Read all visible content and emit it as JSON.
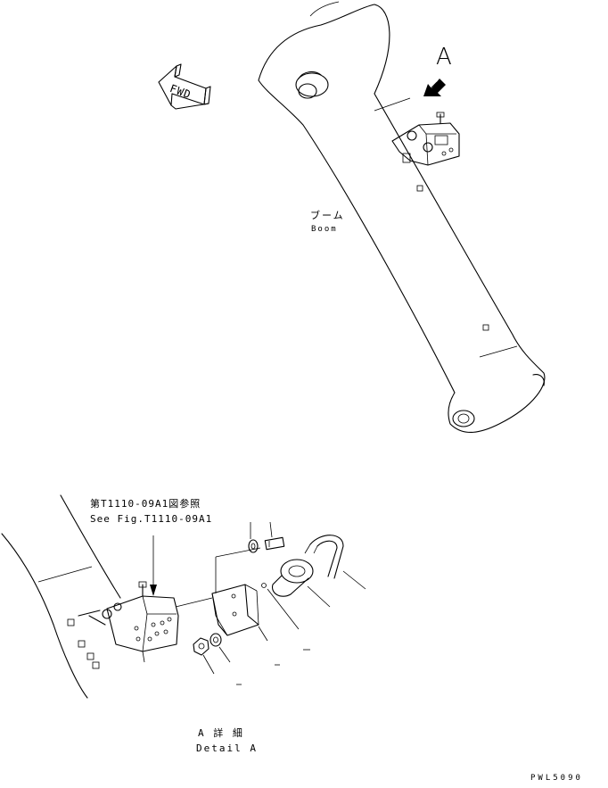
{
  "arrow_label": "FWD",
  "view_marker": "A",
  "boom": {
    "label_jp": "ブーム",
    "label_en": "Boom"
  },
  "reference": {
    "line_jp": "第T1110-09A1図参照",
    "line_en": "See Fig.T1110-09A1"
  },
  "detail": {
    "title_jp": "A 詳 細",
    "title_en": "Detail A"
  },
  "drawing_code": "PWL5090",
  "icons": [
    "fwd-arrow-icon",
    "view-a-arrow-icon"
  ],
  "colors": {
    "line": "#000000",
    "background": "#ffffff"
  }
}
